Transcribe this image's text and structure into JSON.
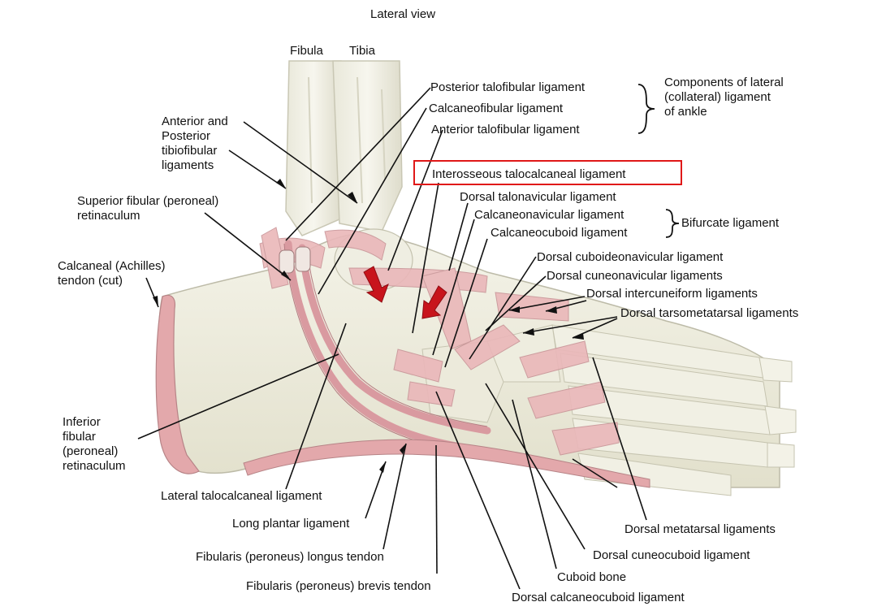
{
  "title": "Lateral view",
  "bones": {
    "fibula": "Fibula",
    "tibia": "Tibia"
  },
  "labels": {
    "anterior_posterior_tibiofibular": "Anterior and\nPosterior\ntibiofibular\nligaments",
    "superior_fibular_retinaculum": "Superior fibular (peroneal)\nretinaculum",
    "calcaneal_tendon": "Calcaneal (Achilles)\ntendon (cut)",
    "inferior_fibular_retinaculum": "Inferior\nfibular\n(peroneal)\nretinaculum",
    "posterior_talofibular": "Posterior talofibular ligament",
    "calcaneofibular": "Calcaneofibular ligament",
    "anterior_talofibular": "Anterior talofibular ligament",
    "lateral_collateral_group": "Components of lateral\n(collateral) ligament\nof ankle",
    "interosseous_talocalcaneal": "Interosseous talocalcaneal ligament",
    "dorsal_talonavicular": "Dorsal talonavicular ligament",
    "calcaneonavicular": "Calcaneonavicular ligament",
    "calcaneocuboid": "Calcaneocuboid ligament",
    "bifurcate": "Bifurcate ligament",
    "dorsal_cuboideonavicular": "Dorsal cuboideonavicular ligament",
    "dorsal_cuneonavicular": "Dorsal cuneonavicular ligaments",
    "dorsal_intercuneiform": "Dorsal intercuneiform ligaments",
    "dorsal_tarsometatarsal": "Dorsal tarsometatarsal ligaments",
    "lateral_talocalcaneal": "Lateral talocalcaneal ligament",
    "long_plantar": "Long plantar ligament",
    "fibularis_longus": "Fibularis (peroneus) longus tendon",
    "fibularis_brevis": "Fibularis (peroneus) brevis tendon",
    "dorsal_metatarsal": "Dorsal metatarsal ligaments",
    "dorsal_cuneocuboid": "Dorsal cuneocuboid ligament",
    "cuboid_bone": "Cuboid bone",
    "dorsal_calcaneocuboid": "Dorsal calcaneocuboid ligament"
  },
  "colors": {
    "highlight": "#e01818",
    "arrow": "#c8141c",
    "bone": "#efeee0",
    "ligament": "#eab7b9",
    "tendon": "#e3a8ab",
    "leader": "#111111"
  }
}
